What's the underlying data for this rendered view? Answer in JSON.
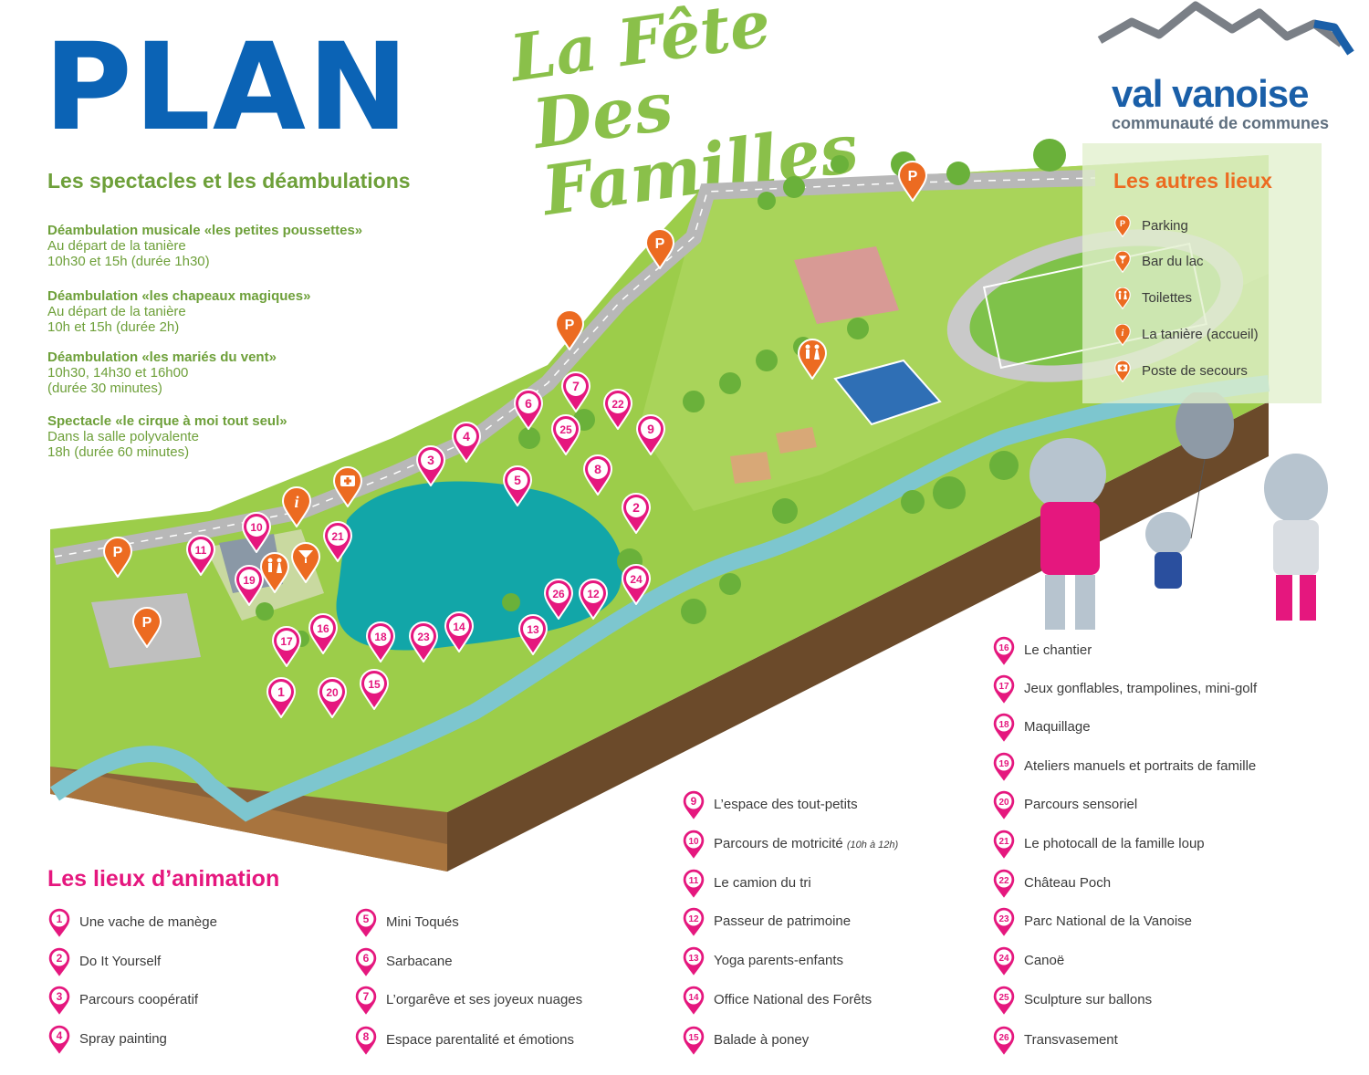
{
  "header": {
    "plan": "PLAN",
    "fete_line1": "La Fête",
    "fete_line2": "Des Familles"
  },
  "logo": {
    "name": "val vanoise",
    "subtitle": "communauté de communes"
  },
  "spectacles": {
    "title": "Les spectacles et les déambulations",
    "items": [
      {
        "name": "Déambulation musicale «les petites poussettes»",
        "line1": "Au départ de la tanière",
        "line2": "10h30 et 15h (durée 1h30)"
      },
      {
        "name": "Déambulation «les chapeaux magiques»",
        "line1": "Au départ de la tanière",
        "line2": "10h et 15h (durée 2h)"
      },
      {
        "name": "Déambulation «les mariés du vent»",
        "line1": "10h30, 14h30 et 16h00",
        "line2": "(durée 30 minutes)"
      },
      {
        "name": "Spectacle «le cirque à moi tout seul»",
        "line1": "Dans la salle polyvalente",
        "line2": "18h (durée 60 minutes)"
      }
    ]
  },
  "autres": {
    "title": "Les autres lieux",
    "items": [
      {
        "icon": "parking-icon",
        "label": "Parking"
      },
      {
        "icon": "bar-icon",
        "label": "Bar du lac"
      },
      {
        "icon": "toilets-icon",
        "label": "Toilettes"
      },
      {
        "icon": "info-icon",
        "label": "La tanière (accueil)"
      },
      {
        "icon": "first-aid-icon",
        "label": "Poste de secours"
      }
    ]
  },
  "lieux": {
    "title": "Les lieux d’animation",
    "items": [
      {
        "num": "1",
        "label": "Une vache de manège"
      },
      {
        "num": "2",
        "label": "Do It Yourself"
      },
      {
        "num": "3",
        "label": "Parcours coopératif"
      },
      {
        "num": "4",
        "label": "Spray painting"
      },
      {
        "num": "5",
        "label": "Mini Toqués"
      },
      {
        "num": "6",
        "label": "Sarbacane"
      },
      {
        "num": "7",
        "label": "L’orgarêve et ses joyeux nuages"
      },
      {
        "num": "8",
        "label": "Espace parentalité et émotions"
      },
      {
        "num": "9",
        "label": "L’espace des tout-petits"
      },
      {
        "num": "10",
        "label": "Parcours de motricité",
        "note": "(10h à 12h)"
      },
      {
        "num": "11",
        "label": "Le camion du tri"
      },
      {
        "num": "12",
        "label": "Passeur de patrimoine"
      },
      {
        "num": "13",
        "label": "Yoga parents-enfants"
      },
      {
        "num": "14",
        "label": "Office National des Forêts"
      },
      {
        "num": "15",
        "label": "Balade à poney"
      },
      {
        "num": "16",
        "label": "Le chantier"
      },
      {
        "num": "17",
        "label": "Jeux gonflables, trampolines, mini-golf"
      },
      {
        "num": "18",
        "label": "Maquillage"
      },
      {
        "num": "19",
        "label": "Ateliers manuels et portraits de famille"
      },
      {
        "num": "20",
        "label": "Parcours sensoriel"
      },
      {
        "num": "21",
        "label": "Le photocall de la famille loup"
      },
      {
        "num": "22",
        "label": "Château Poch"
      },
      {
        "num": "23",
        "label": "Parc National de la Vanoise"
      },
      {
        "num": "24",
        "label": "Canoë"
      },
      {
        "num": "25",
        "label": "Sculpture sur ballons"
      },
      {
        "num": "26",
        "label": "Transvasement"
      }
    ]
  },
  "map_markers": {
    "parking": "P",
    "info": "i",
    "numbers": [
      "1",
      "2",
      "3",
      "4",
      "5",
      "6",
      "7",
      "8",
      "9",
      "10",
      "11",
      "12",
      "13",
      "14",
      "15",
      "16",
      "17",
      "18",
      "19",
      "20",
      "21",
      "22",
      "23",
      "24",
      "25",
      "26"
    ]
  },
  "colors": {
    "pink": "#e5177e",
    "orange": "#ec6b21",
    "green_title": "#6ea03a",
    "blue": "#0b63b5",
    "lake": "#12a6a8",
    "river": "#7dc6cf",
    "grass": "#9ccd4a"
  }
}
